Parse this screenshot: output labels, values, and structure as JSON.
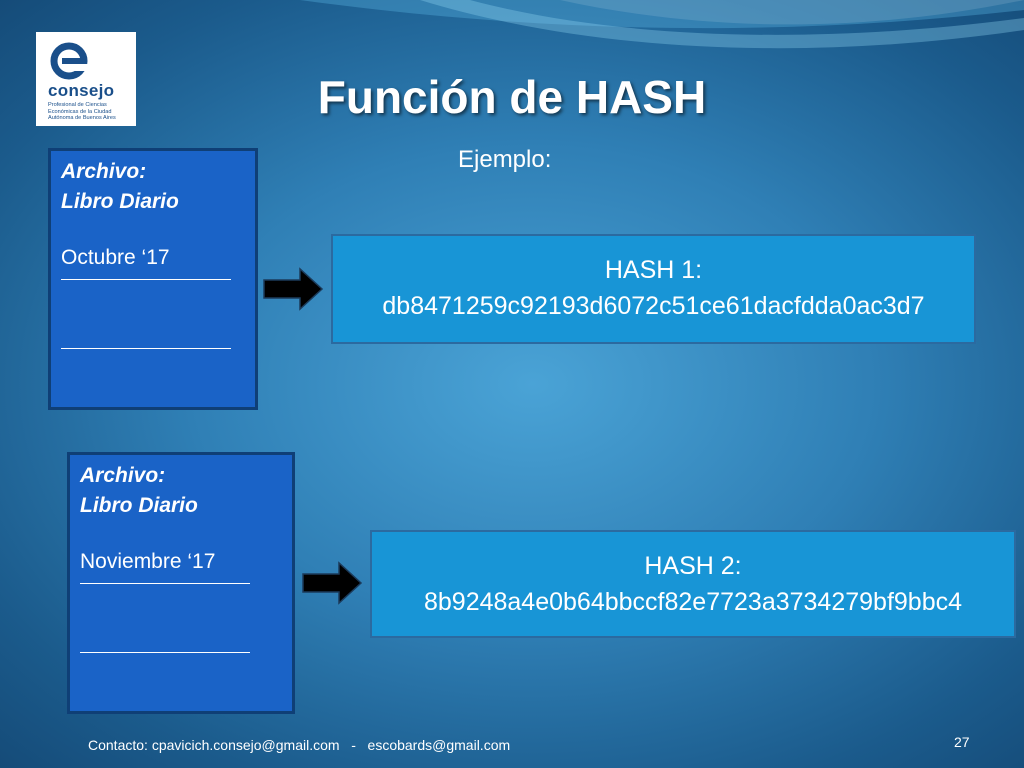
{
  "logo": {
    "word": "consejo",
    "tagline": "Profesional de Ciencias Económicas de la Ciudad Autónoma de Buenos Aires",
    "brand_color": "#1a4f8a",
    "mark_icon": "consejo-logo-icon"
  },
  "title": "Función de HASH",
  "example_label": "Ejemplo:",
  "files": [
    {
      "label_line1": "Archivo:",
      "label_line2": "Libro Diario",
      "month": "Octubre ‘17",
      "arrow_icon": "right-arrow-icon",
      "hash_label": "HASH 1:",
      "hash_value": "db8471259c92193d6072c51ce61dacfdda0ac3d7"
    },
    {
      "label_line1": "Archivo:",
      "label_line2": "Libro Diario",
      "month": "Noviembre ‘17",
      "arrow_icon": "right-arrow-icon",
      "hash_label": "HASH 2:",
      "hash_value": "8b9248a4e0b64bbccf82e7723a3734279bf9bbc4"
    }
  ],
  "footer": {
    "contact": "Contacto: cpavicich.consejo@gmail.com   -   escobards@gmail.com",
    "page_number": "27"
  },
  "colors": {
    "file_box": "#1a63c7",
    "hash_box": "#1895d6",
    "background_center": "#4aa3d6",
    "background_edge": "#154b78"
  }
}
